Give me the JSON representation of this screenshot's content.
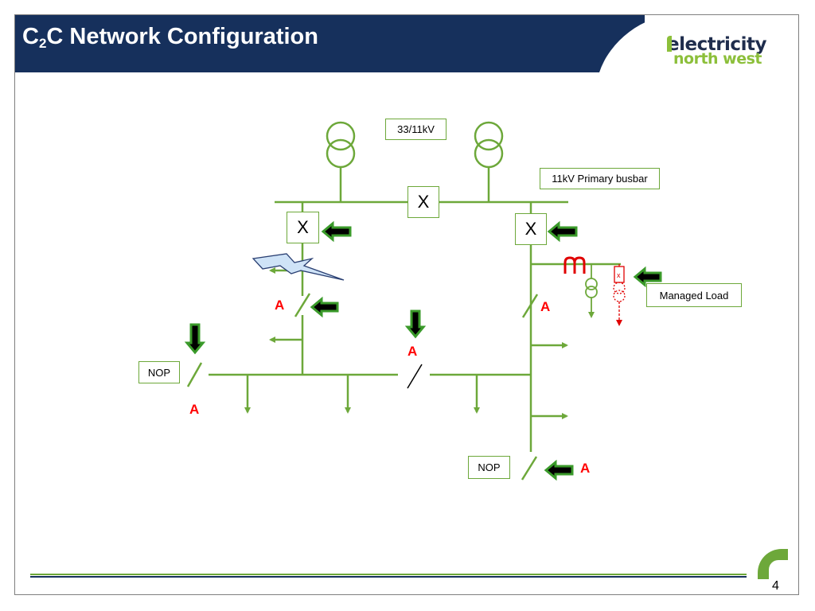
{
  "header": {
    "title_pre": "C",
    "title_sub": "2",
    "title_post": "C Network Configuration"
  },
  "logo": {
    "line1": "electricity",
    "line2": "north west"
  },
  "diagram": {
    "transformer_label": "33/11kV",
    "busbar_label": "11kV Primary busbar",
    "breakers": {
      "left": "X",
      "bus_section": "X",
      "right": "X"
    },
    "managed_load_label": "Managed Load",
    "nop_labels": {
      "left": "NOP",
      "bottom": "NOP"
    },
    "auto_labels": {
      "left_feeder": "A",
      "right_feeder": "A",
      "center": "A",
      "left_nop": "A",
      "bottom_nop": "A"
    }
  },
  "colors": {
    "header_navy": "#16305c",
    "network_green": "#6da83a",
    "auto_red": "#ff0000",
    "arrow_green": "#3a9a2a"
  },
  "footer": {
    "page_number": "4"
  }
}
